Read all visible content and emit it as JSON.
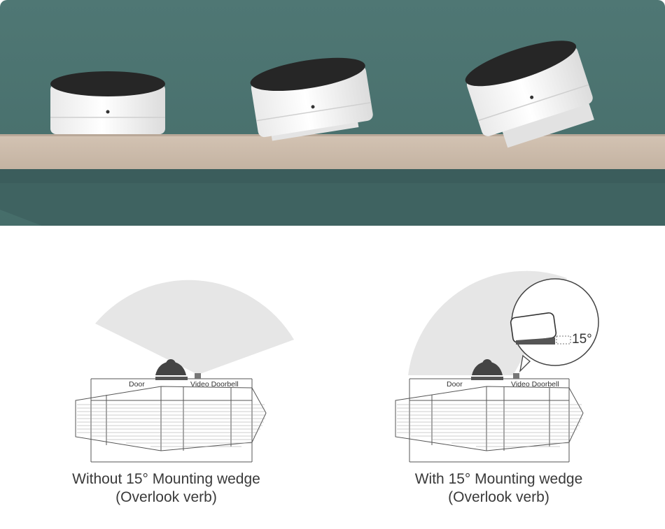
{
  "colors": {
    "wall": "#4d7572",
    "shelf": "#c9b9a8",
    "fov": "#e6e6e6",
    "line": "#555555",
    "text": "#3a3a3a"
  },
  "left_diagram": {
    "door_label": "Door",
    "doorbell_label": "Video Doorbell",
    "caption_line1": "Without 15° Mounting wedge",
    "caption_line2": "(Overlook verb)"
  },
  "right_diagram": {
    "door_label": "Door",
    "doorbell_label": "Video Doorbell",
    "angle_label": "15°",
    "caption_line1": "With 15° Mounting wedge",
    "caption_line2": "(Overlook verb)"
  }
}
